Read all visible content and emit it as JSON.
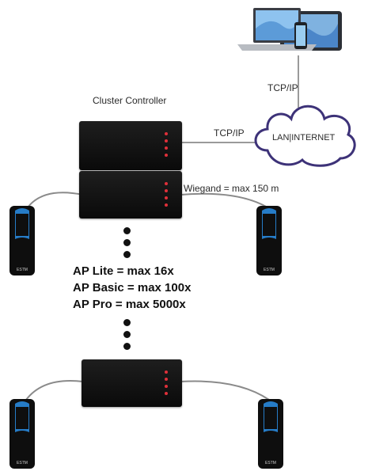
{
  "labels": {
    "cluster_controller": "Cluster Controller",
    "tcpip_top": "TCP/IP",
    "tcpip_left": "TCP/IP",
    "cloud": "LAN|INTERNET",
    "wiegand": "Wiegand = max 150 m",
    "ap_lite": "AP Lite = max 16x",
    "ap_basic": "AP Basic = max 100x",
    "ap_pro": "AP Pro = max 5000x"
  },
  "reader_brand": "ESTM",
  "colors": {
    "cloud_stroke": "#3d3278",
    "device_body": "#111111",
    "led": "#e0303a",
    "reader_accent": "#2a8fe8",
    "cable": "#8a8a8a"
  },
  "icons": [
    "laptop-icon",
    "tablet-icon",
    "phone-icon",
    "cloud-icon",
    "controller-icon",
    "card-reader-icon"
  ]
}
